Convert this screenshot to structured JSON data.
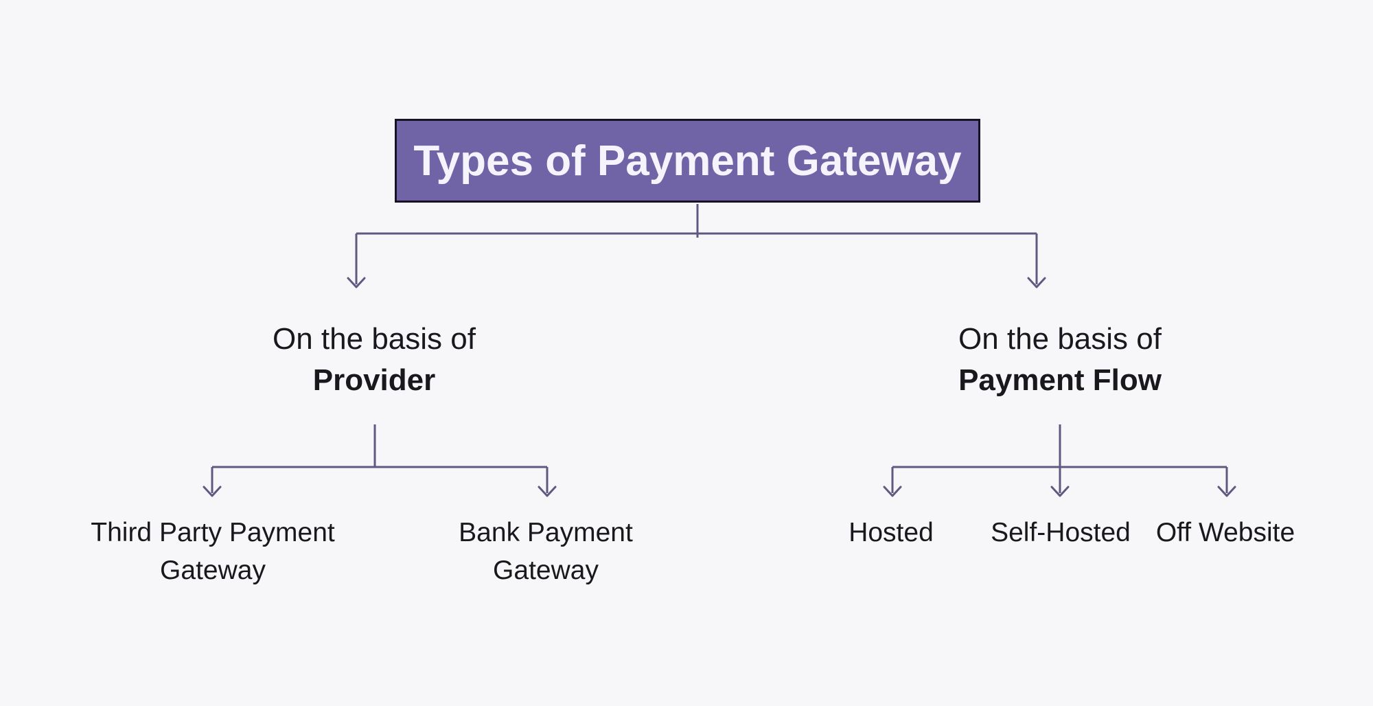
{
  "colors": {
    "background": "#f7f7fa",
    "box_fill": "#7164a6",
    "box_border": "#171226",
    "box_text": "#f5f3fb",
    "line": "#5f5880",
    "text": "#18181d"
  },
  "diagram": {
    "title": "Types of Payment Gateway",
    "branches": [
      {
        "label_top": "On the basis of",
        "label_bold": "Provider",
        "children": [
          {
            "lines": [
              "Third Party Payment",
              "Gateway"
            ]
          },
          {
            "lines": [
              "Bank Payment",
              "Gateway"
            ]
          }
        ]
      },
      {
        "label_top": "On the basis of",
        "label_bold": "Payment Flow",
        "children": [
          {
            "lines": [
              "Hosted"
            ]
          },
          {
            "lines": [
              "Self-Hosted"
            ]
          },
          {
            "lines": [
              "Off Website"
            ]
          }
        ]
      }
    ]
  }
}
